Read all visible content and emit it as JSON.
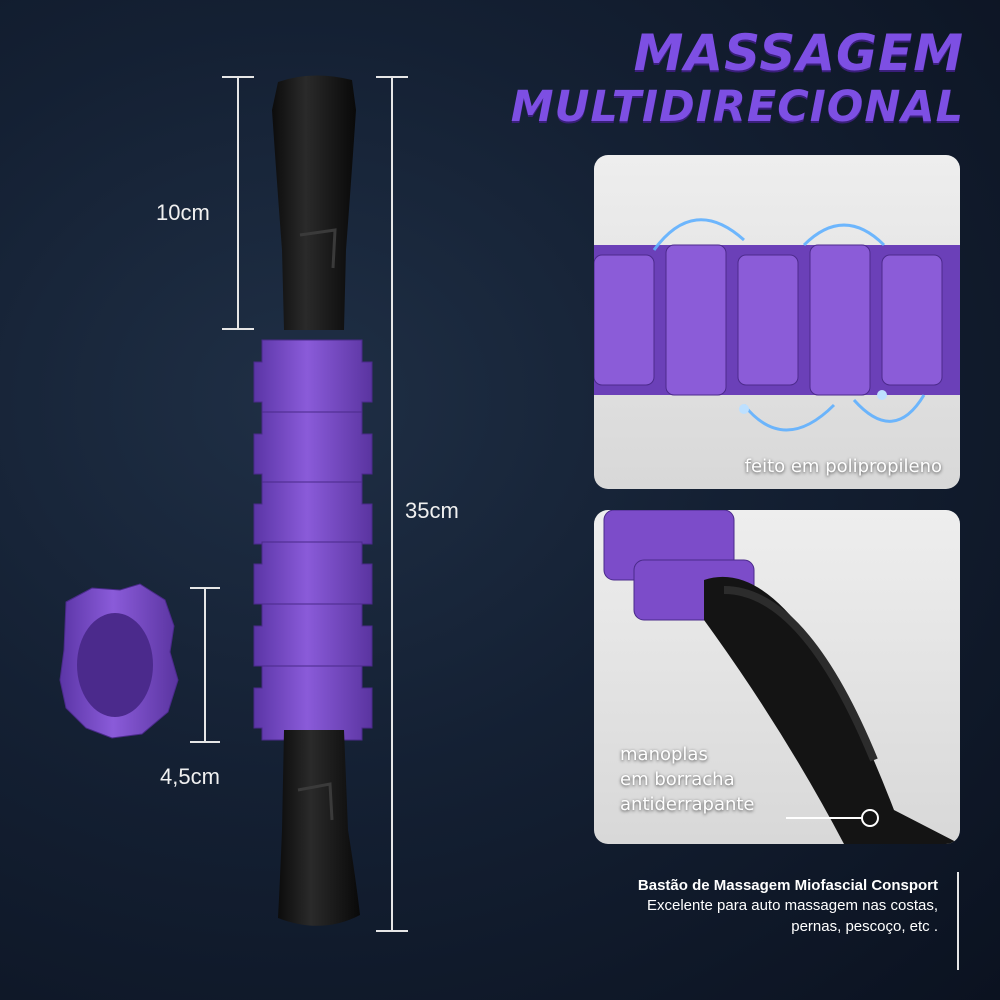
{
  "headline": {
    "line1": "MASSAGEM",
    "line2": "MULTIDIRECIONAL"
  },
  "dimensions": {
    "handle": "10cm",
    "total": "35cm",
    "ring": "4,5cm"
  },
  "cards": {
    "material_label": "feito em polipropileno",
    "grip_label_1": "manoplas",
    "grip_label_2": "em borracha",
    "grip_label_3": "antiderrapante"
  },
  "caption": {
    "title": "Bastão de Massagem Miofascial Consport",
    "line1": "Excelente para auto massagem nas costas,",
    "line2": "pernas, pescoço, etc ."
  },
  "colors": {
    "accent": "#7d4fe3",
    "purple_part": "#7c4cc9",
    "handle": "#161616"
  }
}
